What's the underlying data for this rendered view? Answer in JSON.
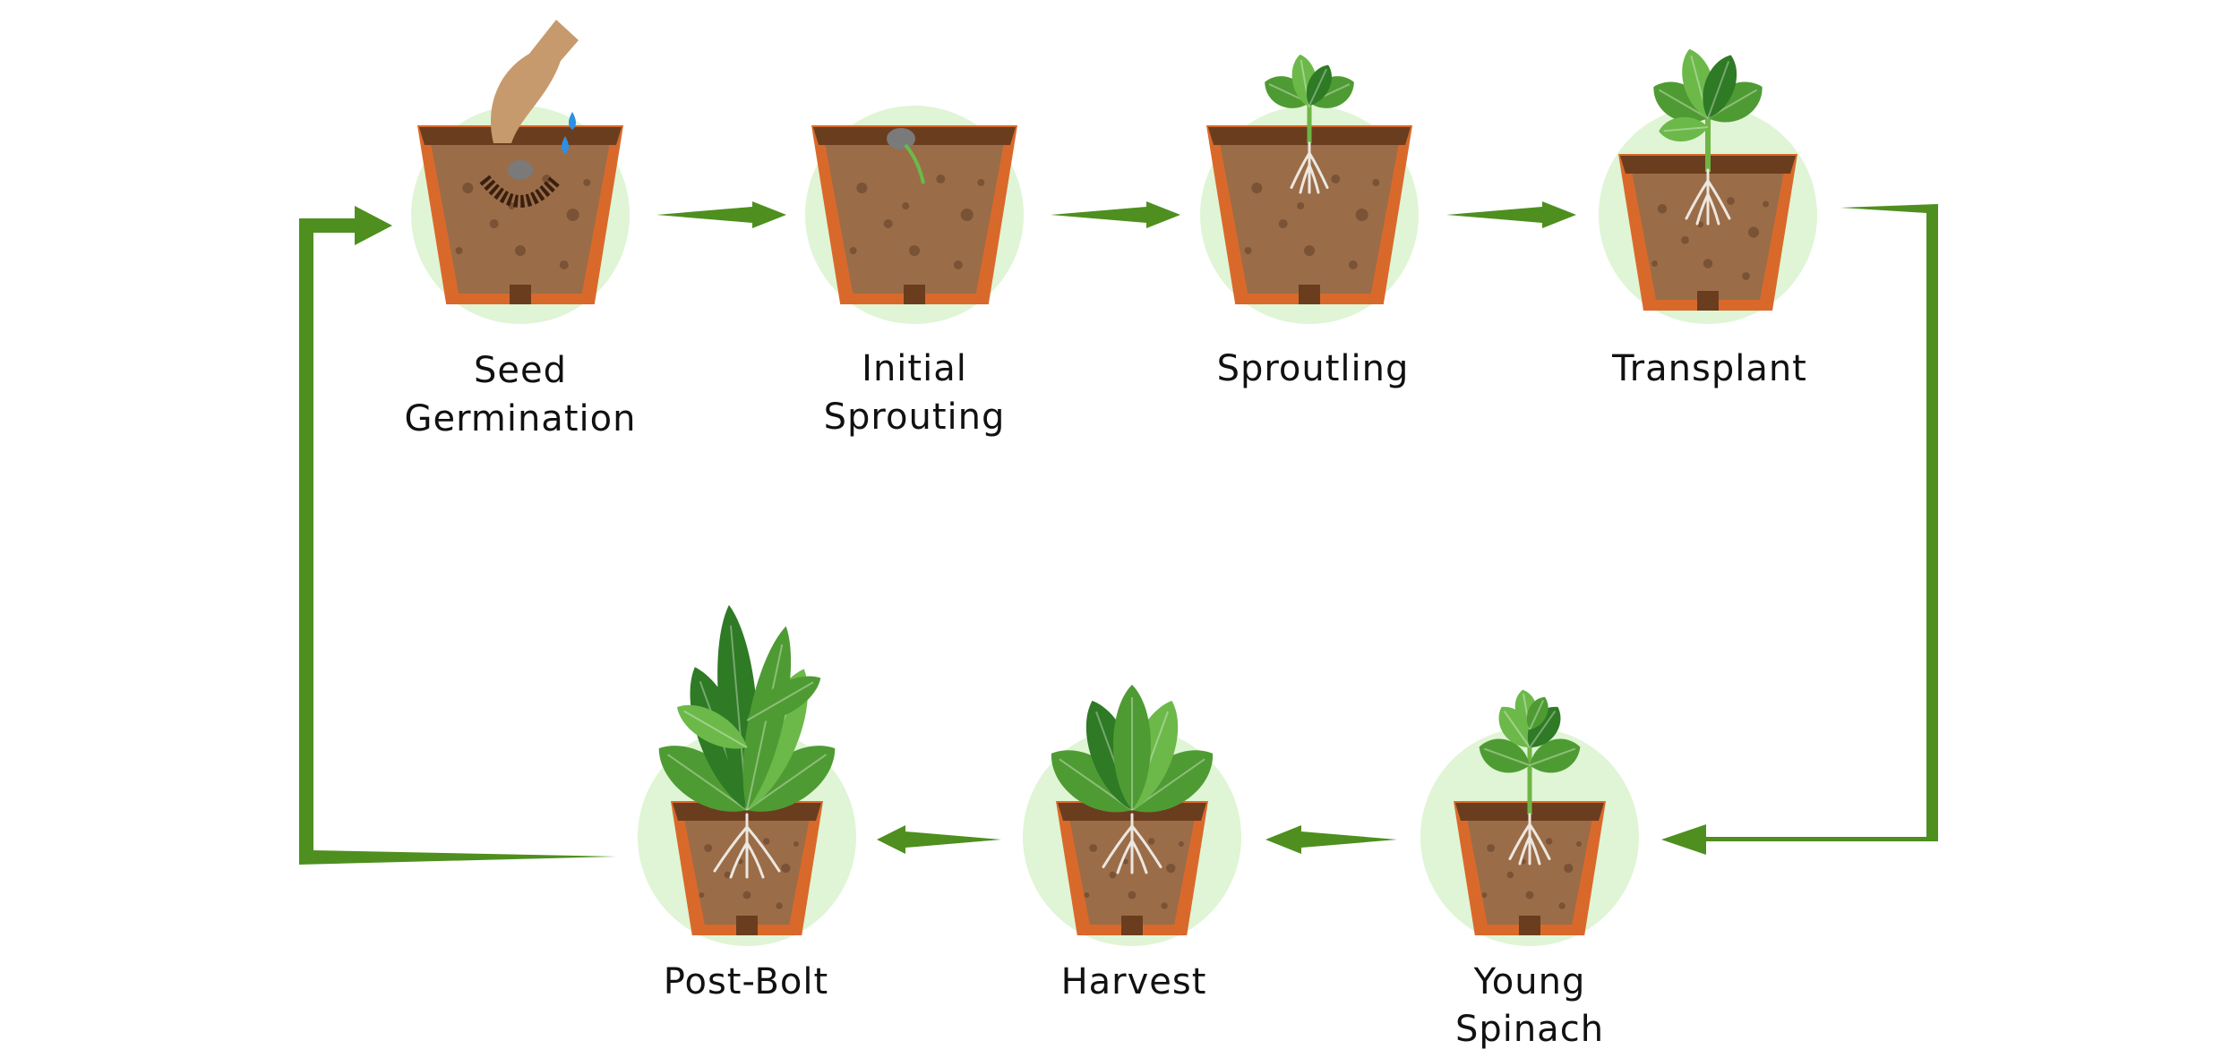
{
  "colors": {
    "arrow": "#4e8f1f",
    "halo": "#dff5d5",
    "pot_rim": "#d9692b",
    "pot_rim_dark": "#b9521d",
    "soil": "#9a6d48",
    "soil_top": "#6b3d1f",
    "soil_dot": "#7a5236",
    "leaf_light": "#6cb94a",
    "leaf_mid": "#4f9b33",
    "leaf_dark": "#2f7a25",
    "stem": "#6fb545",
    "root": "#ede7e0",
    "seed": "#7a7a7a",
    "hand": "#c69a6d",
    "water": "#2f8fe0"
  },
  "stages": [
    {
      "key": "seed-germination",
      "lines": [
        "Seed",
        "Germination"
      ]
    },
    {
      "key": "initial-sprouting",
      "lines": [
        "Initial",
        "Sprouting"
      ]
    },
    {
      "key": "sproutling",
      "lines": [
        "Sproutling"
      ]
    },
    {
      "key": "transplant",
      "lines": [
        "Transplant"
      ]
    },
    {
      "key": "young-spinach",
      "lines": [
        "Young",
        "Spinach"
      ]
    },
    {
      "key": "harvest",
      "lines": [
        "Harvest"
      ]
    },
    {
      "key": "post-bolt",
      "lines": [
        "Post-Bolt"
      ]
    }
  ]
}
